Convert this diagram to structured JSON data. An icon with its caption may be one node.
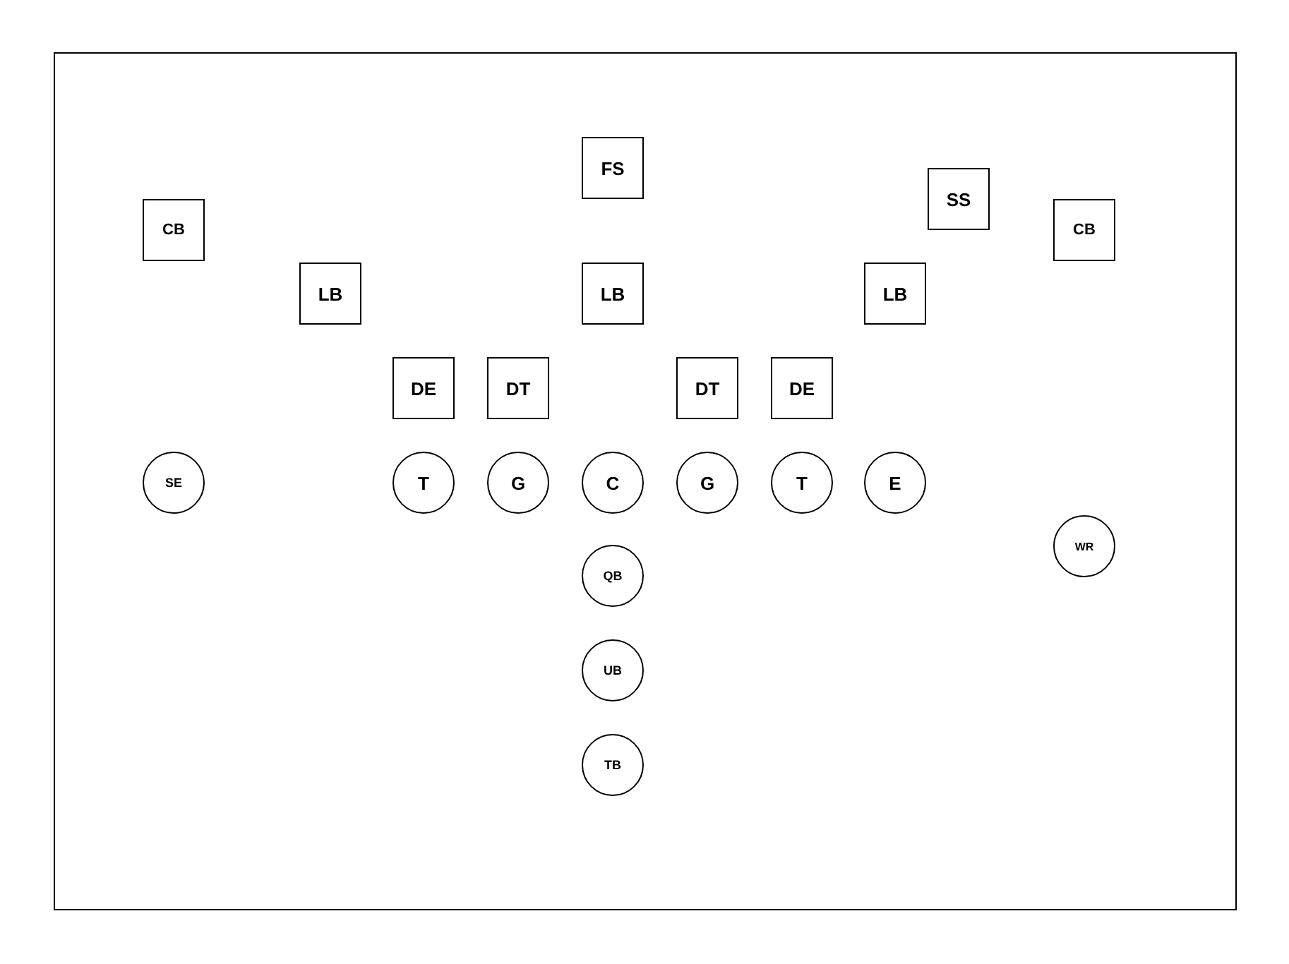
{
  "diagram": {
    "nodes": [
      {
        "text": [
          "FS"
        ]
      },
      {
        "text": [
          "SS"
        ]
      },
      {
        "text": [
          "CB"
        ]
      },
      {
        "text": [
          "CB"
        ]
      },
      {
        "text": [
          "LB"
        ]
      },
      {
        "text": [
          "LB"
        ]
      },
      {
        "text": [
          "LB"
        ]
      },
      {
        "text": [
          "DE"
        ]
      },
      {
        "text": [
          "DT"
        ]
      },
      {
        "text": [
          "DT"
        ]
      },
      {
        "text": [
          "DE"
        ]
      },
      {
        "text": [
          "SE"
        ]
      },
      {
        "text": [
          "T"
        ]
      },
      {
        "text": [
          "G"
        ]
      },
      {
        "text": [
          "C"
        ]
      },
      {
        "text": [
          "G"
        ]
      },
      {
        "text": [
          "T"
        ]
      },
      {
        "text": [
          "E"
        ]
      },
      {
        "text": [
          "WR"
        ]
      },
      {
        "text": [
          "QB"
        ]
      },
      {
        "text": [
          "UB"
        ]
      },
      {
        "text": [
          "TB"
        ]
      }
    ]
  }
}
